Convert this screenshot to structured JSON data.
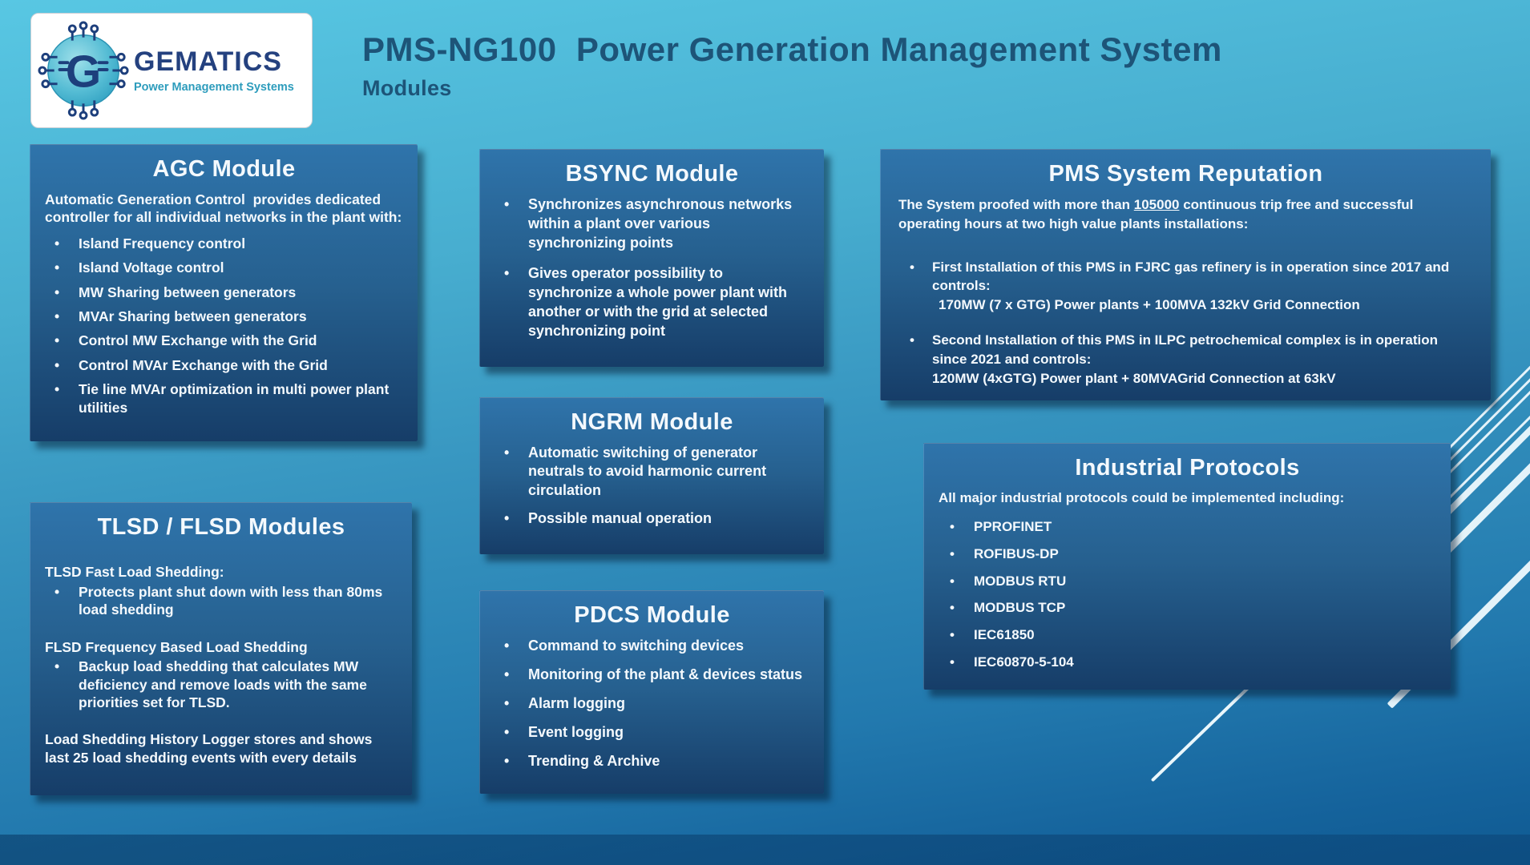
{
  "logo": {
    "brand": "GEMATICS",
    "tagline": "Power Management Systems",
    "monogram": "G"
  },
  "header": {
    "title": "PMS-NG100  Power Generation Management System",
    "subtitle": "Modules"
  },
  "panels": {
    "agc": {
      "title": "AGC Module",
      "intro": "Automatic Generation Control  provides dedicated controller for all individual networks in the plant with:",
      "bullets": [
        "Island Frequency control",
        "Island Voltage control",
        "MW Sharing between generators",
        "MVAr Sharing between generators",
        "Control MW Exchange with the Grid",
        "Control MVAr Exchange with the Grid",
        "Tie line MVAr optimization in multi power plant utilities"
      ]
    },
    "tlsd": {
      "title": "TLSD / FLSD Modules",
      "section1_heading": "TLSD Fast Load Shedding:",
      "section1_bullet": "Protects plant shut down with less than 80ms load shedding",
      "section2_heading": "FLSD Frequency Based Load Shedding",
      "section2_bullet": "Backup load shedding that calculates MW deficiency and remove loads with the same priorities set for TLSD.",
      "footer": "Load Shedding History Logger stores and shows last 25 load shedding events with every details"
    },
    "bsync": {
      "title": "BSYNC Module",
      "bullets": [
        "Synchronizes asynchronous networks within a plant over various synchronizing points",
        "Gives operator possibility to synchronize a whole power plant with another or with the grid at selected synchronizing point"
      ]
    },
    "ngrm": {
      "title": "NGRM Module",
      "bullets": [
        "Automatic switching of generator neutrals to avoid harmonic current circulation",
        "Possible manual operation"
      ]
    },
    "pdcs": {
      "title": "PDCS Module",
      "bullets": [
        "Command to switching devices",
        "Monitoring of the plant & devices status",
        "Alarm logging",
        "Event logging",
        "Trending & Archive"
      ]
    },
    "reputation": {
      "title": "PMS System Reputation",
      "intro_before": "The System proofed with more than ",
      "intro_underlined": "105000",
      "intro_after": " continuous trip free and successful operating hours at two high value plants installations:",
      "bullets": [
        {
          "line1": "First Installation of this PMS in FJRC gas refinery is in operation since 2017 and controls:",
          "line2": "170MW (7 x GTG) Power plants + 100MVA 132kV Grid Connection"
        },
        {
          "line1": "Second Installation of this PMS in ILPC petrochemical complex is in operation since 2021 and controls:",
          "line2": "120MW (4xGTG) Power plant + 80MVAGrid Connection at 63kV"
        }
      ]
    },
    "protocols": {
      "title": "Industrial Protocols",
      "intro": "All major industrial protocols could be implemented including:",
      "bullets": [
        "PPROFINET",
        "ROFIBUS-DP",
        "MODBUS RTU",
        "MODBUS TCP",
        "IEC61850",
        "IEC60870-5-104"
      ]
    }
  },
  "colors": {
    "background_top": "#58c7e3",
    "background_bottom": "#0f5a92",
    "panel_top": "#2f74ab",
    "panel_bottom": "#163d68",
    "panel_text": "#f4f9fd",
    "heading_text": "#1d5478",
    "logo_navy": "#24417f",
    "logo_teal": "#2d9cbc",
    "decor_line": "#eef9fd"
  }
}
